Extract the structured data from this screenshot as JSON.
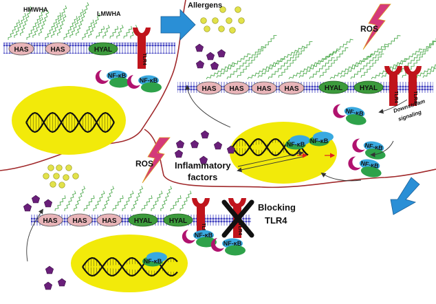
{
  "labels": {
    "hmwha": "HMWHA",
    "lmwha": "LMWHA",
    "allergens": "Allergens",
    "ros": "ROS",
    "downstream": "Downstream",
    "signaling": "signaling",
    "inflammatory": "Inflammatory",
    "factors": "factors",
    "blocking": "Blocking",
    "tlr4_target": "TLR4"
  },
  "enzymes": {
    "has": "HAS",
    "hyal": "HYAL",
    "tlr4": "TLR4",
    "nfkb": "NF-κB"
  },
  "colors": {
    "has_fill": "#e8b4b8",
    "hyal_fill": "#3c9a3c",
    "receptor": "#c0141c",
    "pentagon": "#6a1f7a",
    "allergen": "#e2e24a",
    "nucleus": "#f2ea0a",
    "arrow_blue": "#2a8fd6",
    "membrane": "#3f3fbf",
    "nfkb_green": "#2ea24a",
    "nfkb_blue": "#39a9e0",
    "crescent": "#b0126e",
    "boundary": "#a0282a",
    "ha_chain": "#4aa84a"
  }
}
